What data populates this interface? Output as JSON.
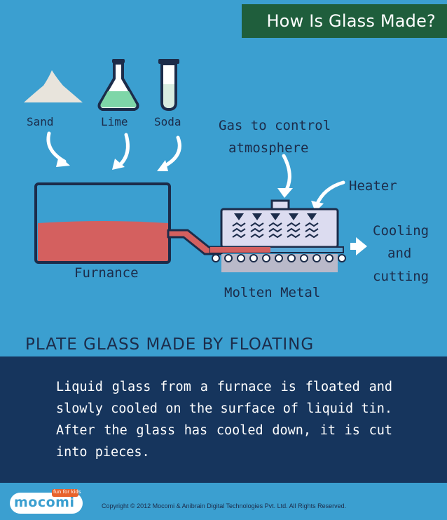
{
  "header": {
    "title": "How Is Glass Made?"
  },
  "ingredients": [
    {
      "label": "Sand",
      "icon": "sand-pile-icon"
    },
    {
      "label": "Lime",
      "icon": "flask-icon"
    },
    {
      "label": "Soda",
      "icon": "test-tube-icon"
    }
  ],
  "diagram": {
    "gas_label_line1": "Gas to control",
    "gas_label_line2": "atmosphere",
    "heater_label": "Heater",
    "cooling_line1": "Cooling",
    "cooling_line2": "and",
    "cooling_line3": "cutting",
    "furnace_label": "Furnance",
    "molten_label": "Molten Metal"
  },
  "section": {
    "heading": "PLATE GLASS MADE BY FLOATING",
    "body": "Liquid glass from a furnace is floated and slowly cooled on the surface of liquid tin. After the glass has cooled down, it is cut into pieces."
  },
  "footer": {
    "logo": "mocomi",
    "tagline": "fun for kids",
    "copyright": "Copyright © 2012 Mocomi & Anibrain Digital Technologies Pvt. Ltd. All Rights Reserved."
  },
  "colors": {
    "background": "#3b9fd0",
    "dark_navy": "#16355d",
    "title_green": "#1f5e3c",
    "glass_red": "#d4605f",
    "heater_lavender": "#dcdcf0"
  }
}
